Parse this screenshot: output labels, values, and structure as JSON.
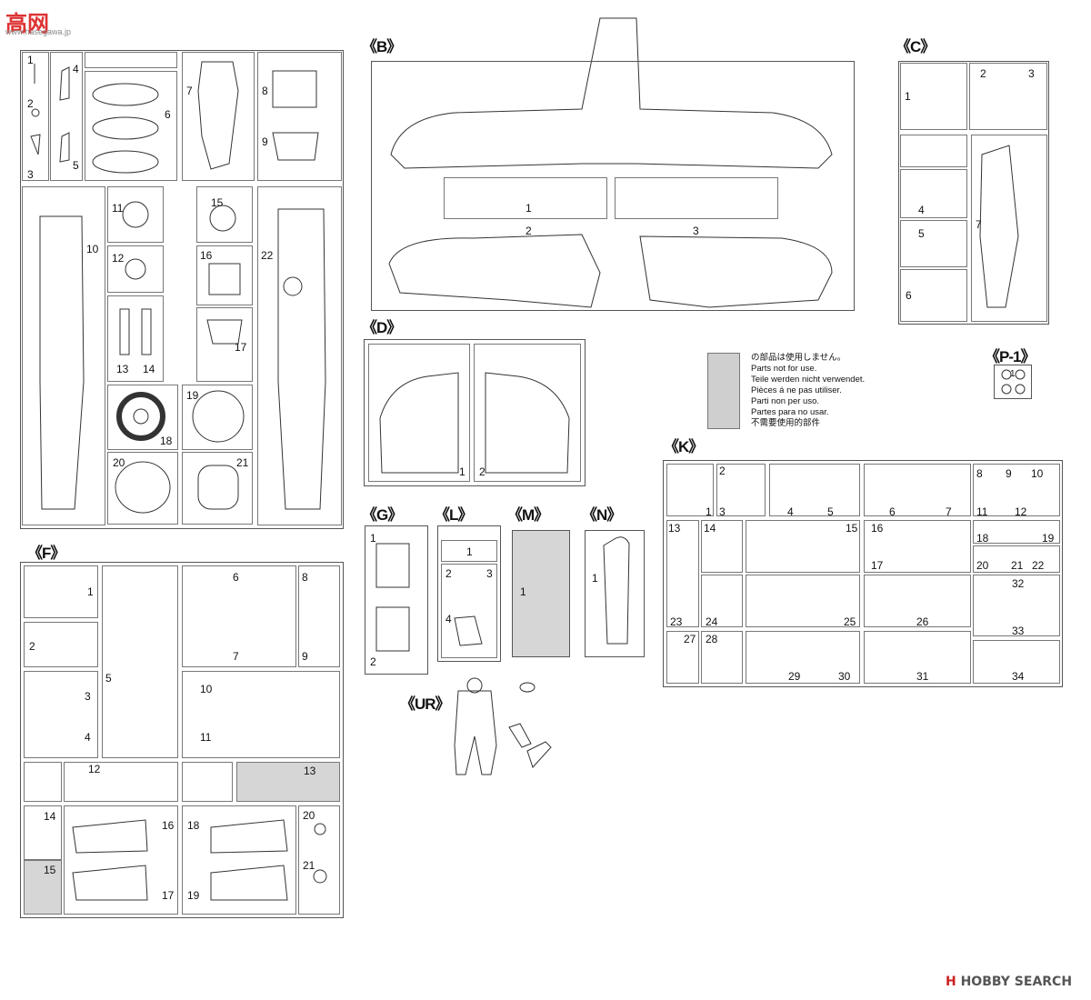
{
  "watermark_top": {
    "logo": "高网",
    "sub": "www.hasegawa.jp"
  },
  "watermark_bottom": {
    "mark": "H",
    "text": "HOBBY SEARCH"
  },
  "sprue_labels": {
    "B": "《B》",
    "C": "《C》",
    "D": "《D》",
    "F": "《F》",
    "G": "《G》",
    "L": "《L》",
    "M": "《M》",
    "N": "《N》",
    "K": "《K》",
    "UR": "《UR》",
    "P": "《P-1》"
  },
  "legend": {
    "lines": [
      "の部品は使用しません。",
      "Parts not for use.",
      "Teile werden nicht verwendet.",
      "Pièces á ne pas utiliser.",
      "Parti non per uso.",
      "Partes para no usar.",
      "不需要使用的部件"
    ],
    "swatch_color": "#cfcfcf"
  },
  "numbers": {
    "n1": "1",
    "n2": "2",
    "n3": "3",
    "n4": "4",
    "n5": "5",
    "n6": "6",
    "n7": "7",
    "n8": "8",
    "n9": "9",
    "n10": "10",
    "n11": "11",
    "n12": "12",
    "n13": "13",
    "n14": "14",
    "n15": "15",
    "n16": "16",
    "n17": "17",
    "n18": "18",
    "n19": "19",
    "n20": "20",
    "n21": "21",
    "n22": "22",
    "n23": "23",
    "n24": "24",
    "n25": "25",
    "n26": "26",
    "n27": "27",
    "n28": "28",
    "n29": "29",
    "n30": "30",
    "n31": "31",
    "n32": "32",
    "n33": "33",
    "n34": "34"
  }
}
